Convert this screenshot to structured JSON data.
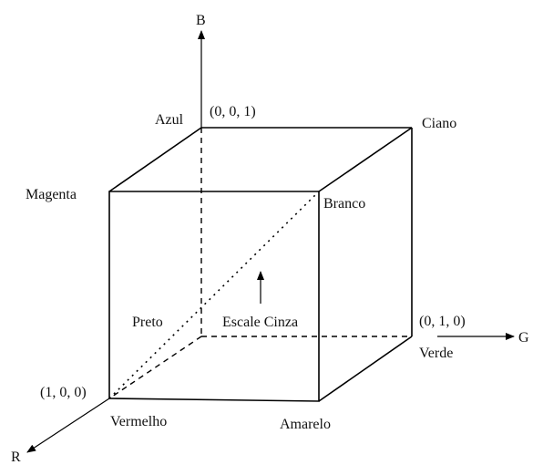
{
  "axes": {
    "b_label": "B",
    "g_label": "G",
    "r_label": "R"
  },
  "vertices": {
    "azul": "Azul",
    "ciano": "Ciano",
    "magenta": "Magenta",
    "branco": "Branco",
    "preto": "Preto",
    "verde": "Verde",
    "vermelho": "Vermelho",
    "amarelo": "Amarelo"
  },
  "coordinates": {
    "azul_coord": "(0, 0, 1)",
    "verde_coord": "(0, 1, 0)",
    "vermelho_coord": "(1, 0, 0)"
  },
  "annotations": {
    "grayscale": "Escale Cinza"
  },
  "colors": {
    "line": "#000000",
    "text": "#111111",
    "background": "#ffffff"
  }
}
